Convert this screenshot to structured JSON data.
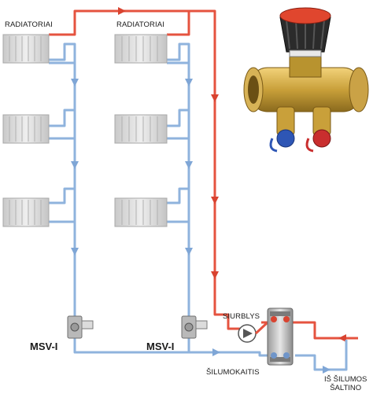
{
  "labels": {
    "radiators_left": "RADIATORIAI",
    "radiators_right": "RADIATORIAI",
    "valve_left": "MSV-I",
    "valve_right": "MSV-I",
    "pump": "SIURBLYS",
    "heat_exchanger": "ŠILUMOKAITIS",
    "source_line1": "IŠ ŠILUMOS",
    "source_line2": "ŠALTINO"
  },
  "colors": {
    "supply_pipe": "#e5533f",
    "return_pipe": "#8fb3dd",
    "radiator": "#d9d9d9",
    "brass": "#c9a43c",
    "handwheel": "#2b2b2b",
    "handwheel_cap": "#e0462e"
  }
}
